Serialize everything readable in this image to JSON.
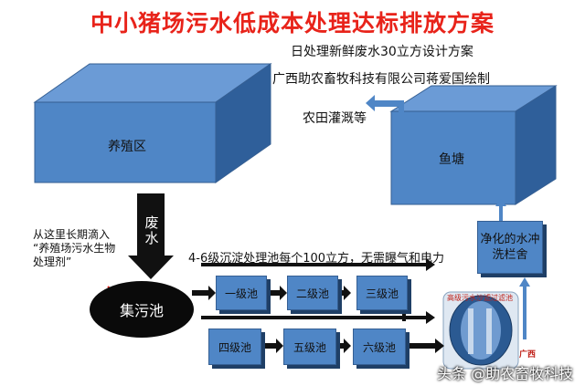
{
  "title": "中小猪场污水低成本处理达标排放方案",
  "subtitle_line1": "日处理新鲜废水30立方设计方案",
  "subtitle_line2": "广西助农畜牧科技有限公司蒋爱国绘制",
  "farmland_label": "农田灌溉等",
  "breeding_label": "养殖区",
  "fishpond_label": "鱼塘",
  "wastewater_label": "废水",
  "drip_note": "从这里长期滴入 “养殖场污水生物处理剂”",
  "collection_label": "集污池",
  "sedimentation_note": "4-6级沉淀处理池每个100立方，无需曝气和电力",
  "pools": [
    "一级池",
    "二级池",
    "三级池",
    "四级池",
    "五级池",
    "六级池"
  ],
  "purified_box_label": "净化的水冲洗栏舍",
  "filter_tank_label": "高级污水沙滤过滤池",
  "filter_tank_small_text": "广西",
  "watermark": "头条 @助农畜牧科技",
  "colors": {
    "title": "#e8231a",
    "box_fill": "#4f86c6",
    "box_dark": "#1f3f66",
    "arrow": "#111111",
    "flow_arrow": "#4f86c6"
  }
}
